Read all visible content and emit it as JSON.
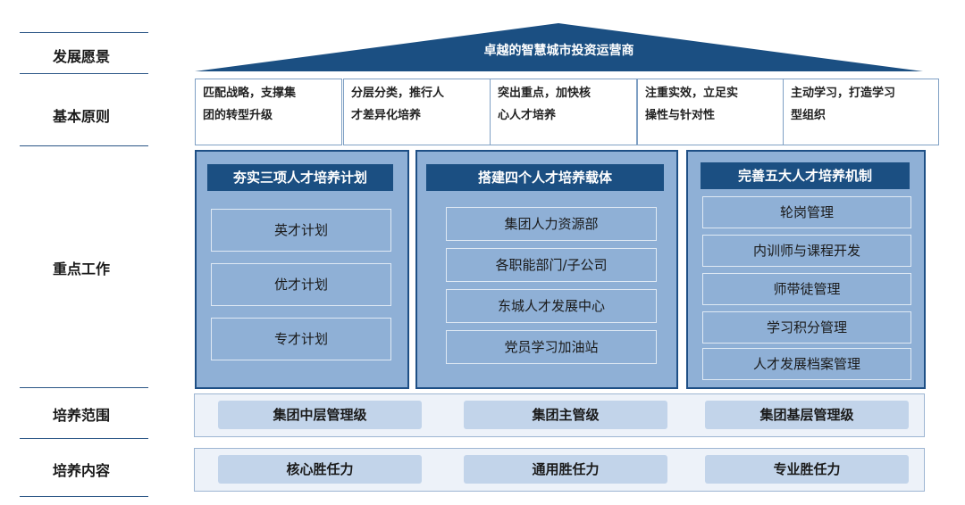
{
  "left_labels": {
    "vision": "发展愿景",
    "principles": "基本原则",
    "key_work": "重点工作",
    "scope": "培养范围",
    "content": "培养内容"
  },
  "roof": {
    "title": "卓越的智慧城市投资运营商"
  },
  "principles": [
    {
      "line1": "匹配战略，支撑集",
      "line2": "团的转型升级"
    },
    {
      "line1": "分层分类，推行人",
      "line2": "才差异化培养"
    },
    {
      "line1": "突出重点，加快核",
      "line2": "心人才培养"
    },
    {
      "line1": "注重实效，立足实",
      "line2": "操性与针对性"
    },
    {
      "line1": "主动学习，打造学习",
      "line2": "型组织"
    }
  ],
  "columns": [
    {
      "title": "夯实三项人才培养计划",
      "items": [
        "英才计划",
        "优才计划",
        "专才计划"
      ]
    },
    {
      "title": "搭建四个人才培养载体",
      "items": [
        "集团人力资源部",
        "各职能部门/子公司",
        "东城人才发展中心",
        "党员学习加油站"
      ]
    },
    {
      "title": "完善五大人才培养机制",
      "items": [
        "轮岗管理",
        "内训师与课程开发",
        "师带徒管理",
        "学习积分管理",
        "人才发展档案管理"
      ]
    }
  ],
  "scope": [
    "集团中层管理级",
    "集团主管级",
    "集团基层管理级"
  ],
  "content": [
    "核心胜任力",
    "通用胜任力",
    "专业胜任力"
  ],
  "colors": {
    "dark_blue": "#1b4f82",
    "mid_blue": "#8fb0d6",
    "light_blue": "#c2d4ea",
    "band": "#edf2f9"
  }
}
